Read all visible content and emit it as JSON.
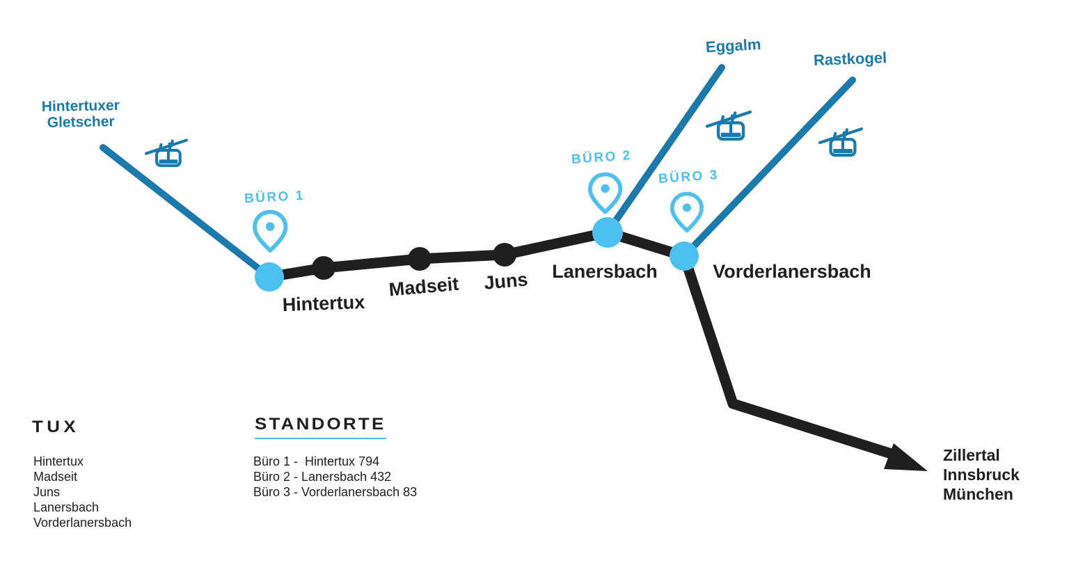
{
  "colors": {
    "steel_blue": "#1b79ac",
    "light_blue": "#4cc0ef",
    "ink": "#1f1f1f",
    "background": "#ffffff"
  },
  "map": {
    "glacier": {
      "line1": "Hintertuxer",
      "line2": "Gletscher"
    },
    "lifts": [
      {
        "label": "Eggalm"
      },
      {
        "label": "Rastkogel"
      }
    ],
    "offices": [
      {
        "label": "BÜRO 1"
      },
      {
        "label": "BÜRO 2"
      },
      {
        "label": "BÜRO 3"
      }
    ],
    "villages": [
      {
        "label": "Hintertux"
      },
      {
        "label": "Madseit"
      },
      {
        "label": "Juns"
      },
      {
        "label": "Lanersbach"
      },
      {
        "label": "Vorderlanersbach"
      }
    ],
    "destination": [
      "Zillertal",
      "Innsbruck",
      "München"
    ]
  },
  "legend": {
    "tux": {
      "title": "TUX",
      "items": [
        "Hintertux",
        "Madseit",
        "Juns",
        "Lanersbach",
        "Vorderlanersbach"
      ]
    },
    "standorte": {
      "title": "STANDORTE",
      "items": [
        "Büro 1 -  Hintertux 794",
        "Büro 2 - Lanersbach 432",
        "Büro 3 - Vorderlanersbach 83"
      ]
    }
  }
}
